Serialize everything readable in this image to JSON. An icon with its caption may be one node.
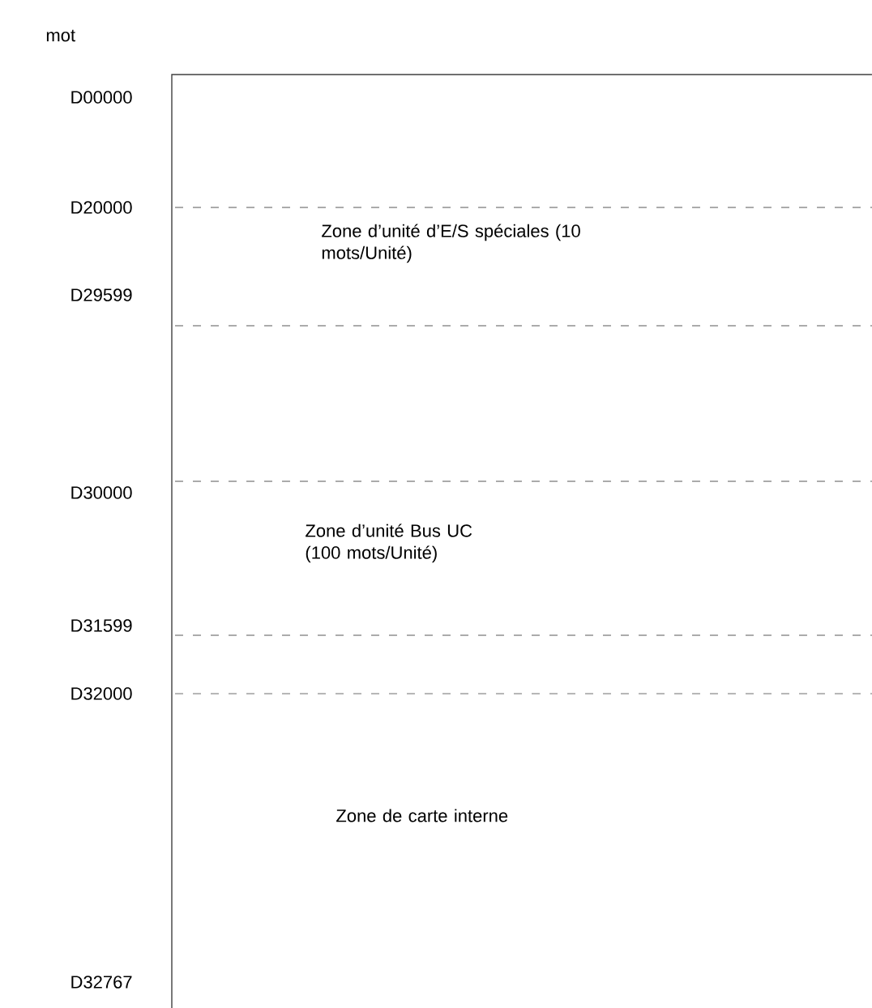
{
  "diagram": {
    "labels": [
      "mot",
      "D00000",
      "D20000",
      "Zone d’unité d’E/S spéciales (10 mots/Unité)",
      "D29599",
      "D30000",
      "Zone d’unité Bus UC (100 mots/Unité)",
      "D31599",
      "D32000",
      "Zone de carte interne",
      "D32767"
    ]
  }
}
